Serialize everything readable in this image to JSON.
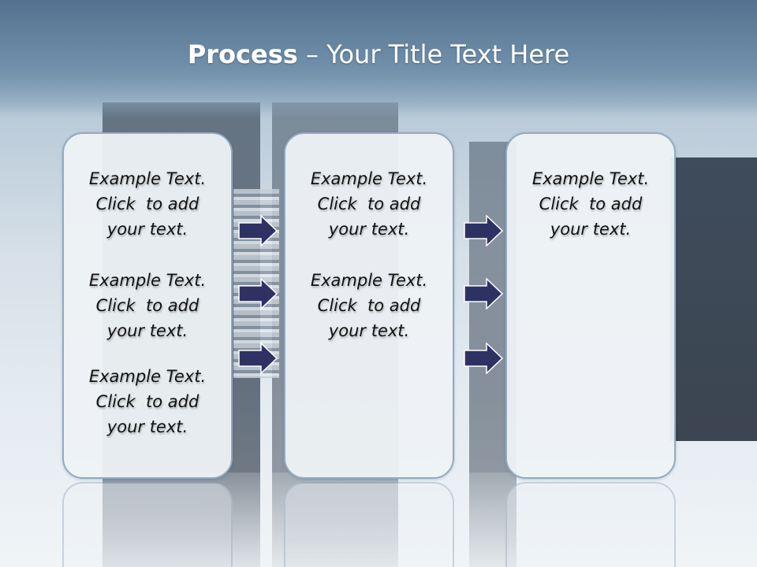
{
  "title": {
    "bold": "Process",
    "rest": "– Your Title Text Here"
  },
  "columns": [
    {
      "blocks": [
        {
          "l1": "Example Text.",
          "l2": "Click  to add",
          "l3": "your text."
        },
        {
          "l1": "Example Text.",
          "l2": "Click  to add",
          "l3": "your text."
        },
        {
          "l1": "Example Text.",
          "l2": "Click  to add",
          "l3": "your text."
        }
      ]
    },
    {
      "blocks": [
        {
          "l1": "Example Text.",
          "l2": "Click  to add",
          "l3": "your text."
        },
        {
          "l1": "Example Text.",
          "l2": "Click  to add",
          "l3": "your text."
        }
      ]
    },
    {
      "blocks": [
        {
          "l1": "Example Text.",
          "l2": "Click  to add",
          "l3": "your text."
        }
      ]
    }
  ],
  "colors": {
    "arrow_fill": "#2e3263",
    "arrow_stroke": "#ffffff",
    "header": "#5a7894",
    "box_border": "#92aac2"
  }
}
